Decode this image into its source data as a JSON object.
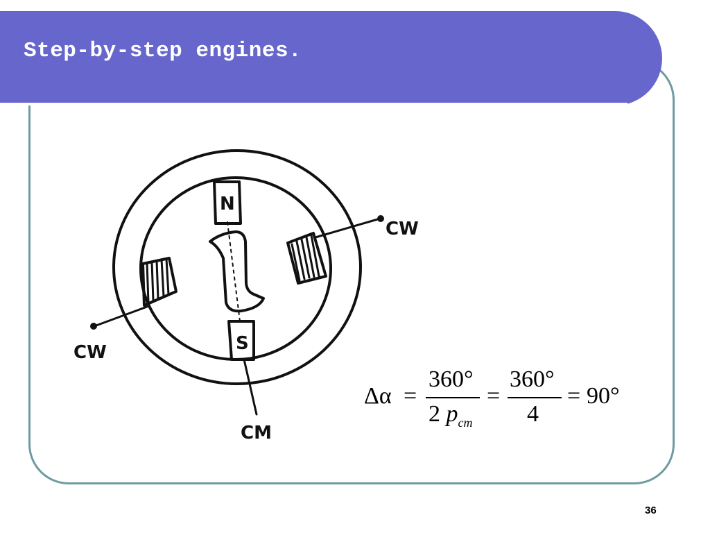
{
  "slide": {
    "title": "Step-by-step engines.",
    "number": "36"
  },
  "diagram": {
    "pole_labels": {
      "north": "N",
      "south": "S"
    },
    "lead_labels": {
      "upper_right": "CW",
      "lower_left": "CW",
      "bottom": "CM"
    }
  },
  "formula": {
    "lhs": "Δα",
    "equals": "=",
    "frac1_num": "360°",
    "frac1_den_coef": "2",
    "frac1_den_var": "p",
    "frac1_den_sub": "cm",
    "frac2_num": "360°",
    "frac2_den": "4",
    "result": "90°"
  },
  "colors": {
    "title_bar": "#6666cc",
    "frame_border": "#6e9aa0",
    "ink": "#111111"
  }
}
